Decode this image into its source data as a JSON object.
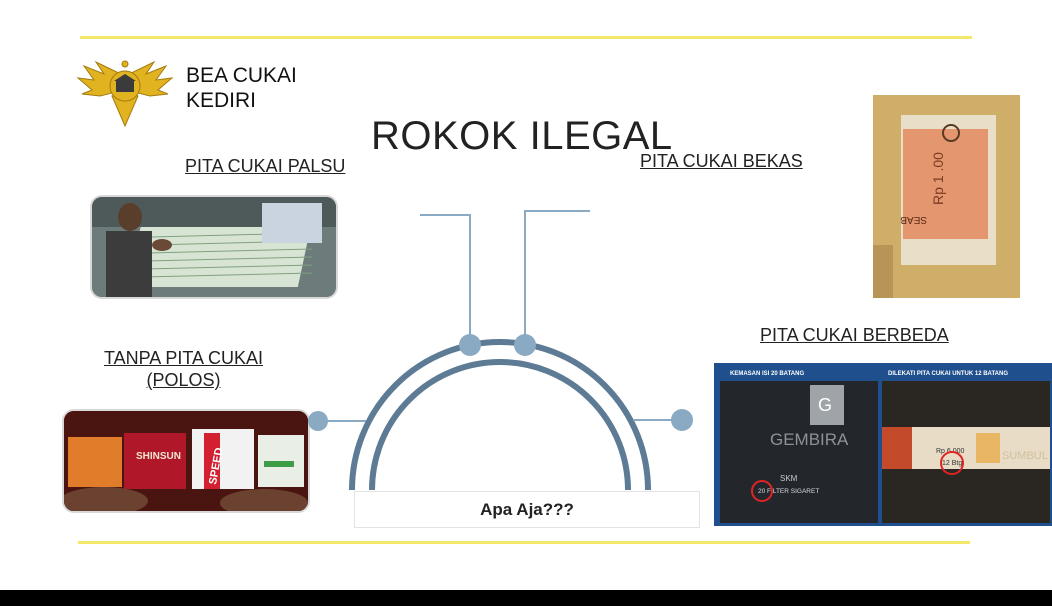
{
  "header": {
    "org_line1": "BEA CUKAI",
    "org_line2": "KEDIRI",
    "title": "ROKOK ILEGAL"
  },
  "categories": {
    "palsu": "PITA CUKAI PALSU",
    "bekas": "PITA CUKAI BEKAS",
    "tanpa_line1": "TANPA PITA CUKAI",
    "tanpa_line2": "(POLOS)",
    "berbeda": "PITA CUKAI BERBEDA"
  },
  "center_text": "Apa Aja???",
  "photo_text": {
    "pack_brand_left": "GEMBIRA",
    "pack_letter": "G",
    "pack_caption_left": "KEMASAN ISI 20 BATANG",
    "pack_caption_right": "DILEKATI PITA CUKAI UNTUK 12 BATANG",
    "pack_skm": "SKM",
    "pack_filter": "20 FILTER SIGARET",
    "pack_brand_right": "SUMBUL",
    "pack_price": "Rp 6.000",
    "pack_count": "12 Btg",
    "tanpa_brand1": "SHINSUN",
    "tanpa_brand2": "SPEED"
  },
  "colors": {
    "accent_line": "#f3e86a",
    "diagram_blue": "#5d7b94",
    "connector_blue": "#8aa9c2"
  }
}
